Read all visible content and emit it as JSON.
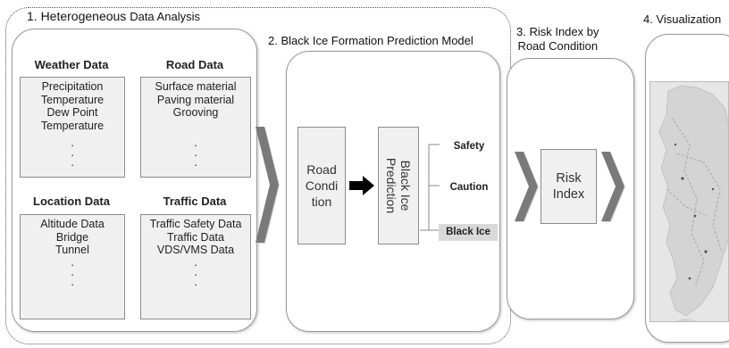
{
  "section1": {
    "title_prefix": "1. Heterogeneous",
    "title_rest": "Data Analysis",
    "weather": {
      "title": "Weather Data",
      "items": [
        "Precipitation",
        "Temperature",
        "Dew Point",
        "Temperature"
      ]
    },
    "road": {
      "title": "Road Data",
      "items": [
        "Surface material",
        "Paving material",
        "Grooving"
      ]
    },
    "location": {
      "title": "Location Data",
      "items": [
        "Altitude Data",
        "Bridge",
        "Tunnel"
      ]
    },
    "traffic": {
      "title": "Traffic Data",
      "items": [
        "Traffic Safety Data",
        "Traffic Data",
        "VDS/VMS Data"
      ]
    },
    "ellipsis": "."
  },
  "section2": {
    "title": "2. Black Ice Formation Prediction Model",
    "road_condition": [
      "Road",
      "Condi",
      "tion"
    ],
    "prediction": [
      "Black Ice",
      "Prediction"
    ],
    "outputs": [
      "Safety",
      "Caution",
      "Black Ice"
    ]
  },
  "section3": {
    "title": [
      "3. Risk Index by",
      "Road Condition"
    ],
    "risk_index": [
      "Risk",
      "Index"
    ]
  },
  "section4": {
    "title": "4. Visualization"
  },
  "colors": {
    "chevron": "#7a7a7a",
    "chevron_glow": "#d9d9d9",
    "box_fill": "#f0f0f0",
    "black_ice_fill": "#d9d9d9"
  }
}
